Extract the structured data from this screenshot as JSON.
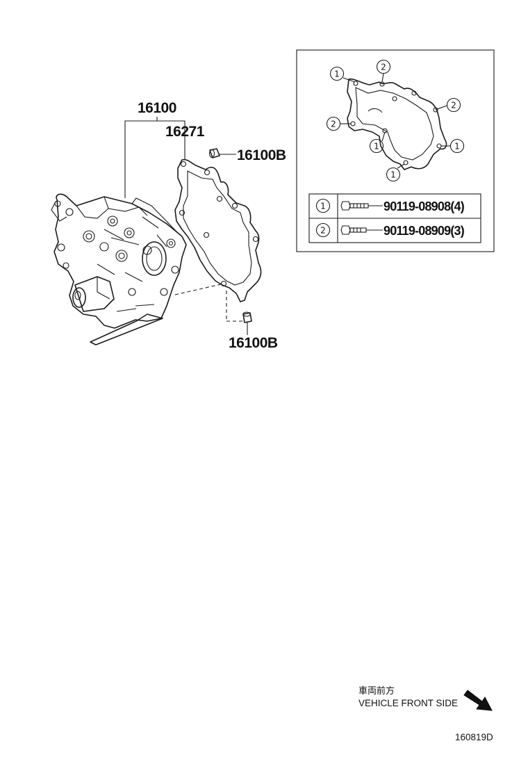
{
  "parts": {
    "water_pump": "16100",
    "gasket": "16271",
    "plug_top": "16100B",
    "plug_bottom": "16100B"
  },
  "inset": {
    "callout_1": "1",
    "callout_2": "2",
    "bolts": [
      {
        "callout": "1",
        "part": "90119-08908(4)"
      },
      {
        "callout": "2",
        "part": "90119-08909(3)"
      }
    ]
  },
  "direction": {
    "label_jp": "車両前方",
    "label_en": "VEHICLE FRONT SIDE"
  },
  "figure_code": "160819D"
}
